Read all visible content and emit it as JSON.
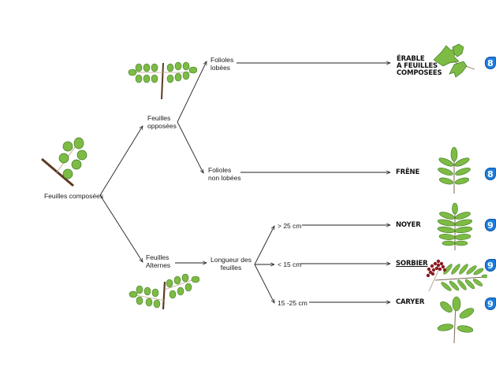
{
  "diagram": {
    "root": {
      "label": "Feuilles composées"
    },
    "branch_opposees": {
      "label_line1": "Feuilles",
      "label_line2": "opposées"
    },
    "branch_alternes": {
      "label_line1": "Feuilles",
      "label_line2": "Alternes"
    },
    "folioles_lobees": {
      "label_line1": "Folioles",
      "label_line2": "lobées"
    },
    "folioles_non_lobees": {
      "label_line1": "Folioles",
      "label_line2": "non lobées"
    },
    "longueur": {
      "label_line1": "Longueur des",
      "label_line2": "feuilles"
    },
    "sizes": [
      {
        "label": "> 25 cm"
      },
      {
        "label": "< 15 cm"
      },
      {
        "label": "15 -25 cm"
      }
    ],
    "results": [
      {
        "line1": "ÉRABLE",
        "line2": "A FEUILLES",
        "line3": "COMPOSEES",
        "badge": "8",
        "illustration": "maple-compound-leaf"
      },
      {
        "line1": "FRÊNE",
        "badge": "8",
        "illustration": "ash-leaf"
      },
      {
        "line1": "NOYER",
        "badge": "9",
        "illustration": "walnut-leaf"
      },
      {
        "line1": "SORBIER",
        "badge": "9",
        "illustration": "rowan-leaf-with-berries"
      },
      {
        "line1": "CARYER",
        "badge": "9",
        "illustration": "hickory-leaf"
      }
    ],
    "colors": {
      "leaf": "#7dbb45",
      "leaf_dark": "#3f7a23",
      "twig": "#5b3a22",
      "berry": "#8a1c22",
      "badge": "#1d7fe0"
    }
  }
}
